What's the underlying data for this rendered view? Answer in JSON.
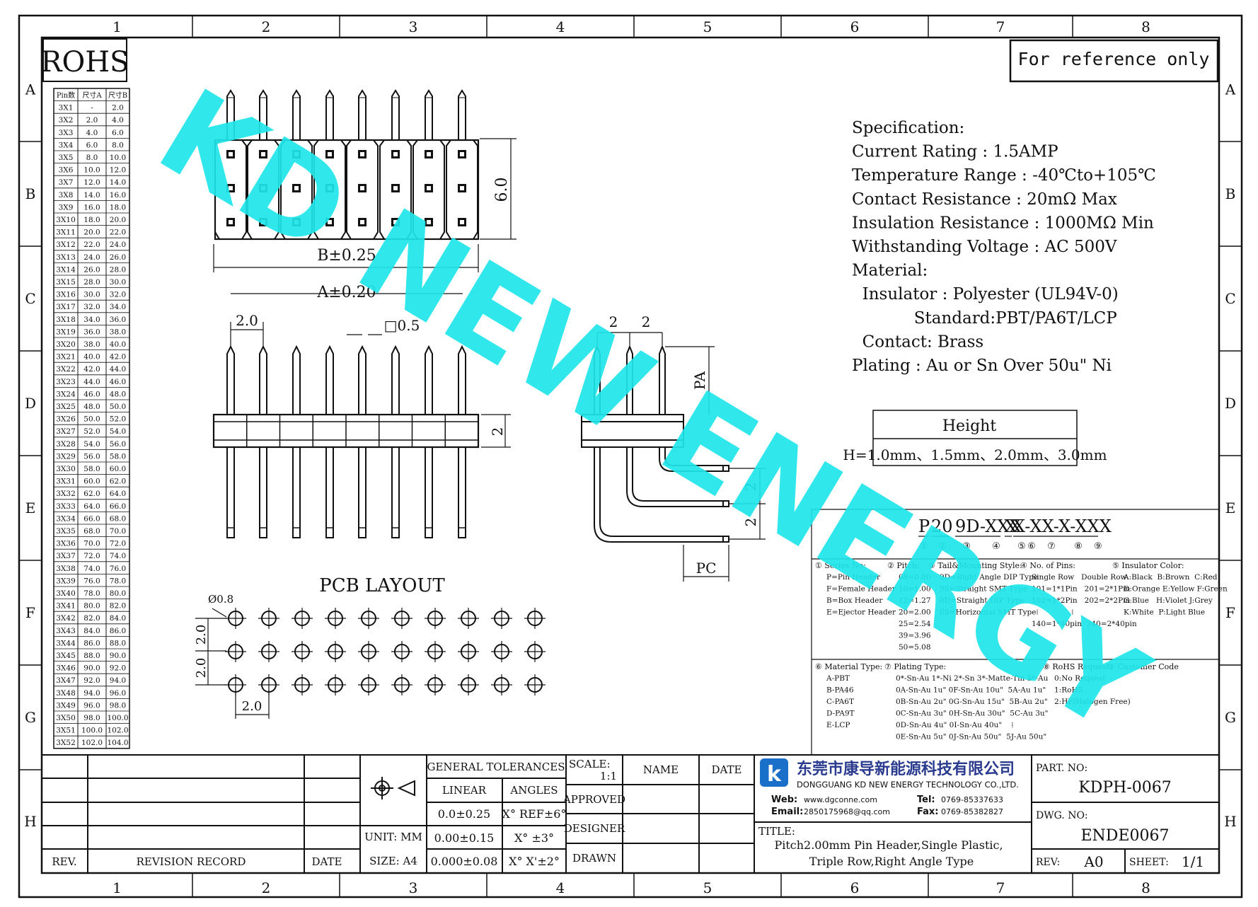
{
  "frame": {
    "columns": [
      "1",
      "2",
      "3",
      "4",
      "5",
      "6",
      "7",
      "8"
    ],
    "rows": [
      "A",
      "B",
      "C",
      "D",
      "E",
      "F",
      "G",
      "H"
    ]
  },
  "badges": {
    "rohs": "ROHS",
    "reference": "For reference only"
  },
  "watermark": "KD NEW ENERGY",
  "pin_table": {
    "headers": [
      "Pin数",
      "尺寸A",
      "尺寸B"
    ],
    "rows": [
      [
        "3X1",
        "-",
        "2.0"
      ],
      [
        "3X2",
        "2.0",
        "4.0"
      ],
      [
        "3X3",
        "4.0",
        "6.0"
      ],
      [
        "3X4",
        "6.0",
        "8.0"
      ],
      [
        "3X5",
        "8.0",
        "10.0"
      ],
      [
        "3X6",
        "10.0",
        "12.0"
      ],
      [
        "3X7",
        "12.0",
        "14.0"
      ],
      [
        "3X8",
        "14.0",
        "16.0"
      ],
      [
        "3X9",
        "16.0",
        "18.0"
      ],
      [
        "3X10",
        "18.0",
        "20.0"
      ],
      [
        "3X11",
        "20.0",
        "22.0"
      ],
      [
        "3X12",
        "22.0",
        "24.0"
      ],
      [
        "3X13",
        "24.0",
        "26.0"
      ],
      [
        "3X14",
        "26.0",
        "28.0"
      ],
      [
        "3X15",
        "28.0",
        "30.0"
      ],
      [
        "3X16",
        "30.0",
        "32.0"
      ],
      [
        "3X17",
        "32.0",
        "34.0"
      ],
      [
        "3X18",
        "34.0",
        "36.0"
      ],
      [
        "3X19",
        "36.0",
        "38.0"
      ],
      [
        "3X20",
        "38.0",
        "40.0"
      ],
      [
        "3X21",
        "40.0",
        "42.0"
      ],
      [
        "3X22",
        "42.0",
        "44.0"
      ],
      [
        "3X23",
        "44.0",
        "46.0"
      ],
      [
        "3X24",
        "46.0",
        "48.0"
      ],
      [
        "3X25",
        "48.0",
        "50.0"
      ],
      [
        "3X26",
        "50.0",
        "52.0"
      ],
      [
        "3X27",
        "52.0",
        "54.0"
      ],
      [
        "3X28",
        "54.0",
        "56.0"
      ],
      [
        "3X29",
        "56.0",
        "58.0"
      ],
      [
        "3X30",
        "58.0",
        "60.0"
      ],
      [
        "3X31",
        "60.0",
        "62.0"
      ],
      [
        "3X32",
        "62.0",
        "64.0"
      ],
      [
        "3X33",
        "64.0",
        "66.0"
      ],
      [
        "3X34",
        "66.0",
        "68.0"
      ],
      [
        "3X35",
        "68.0",
        "70.0"
      ],
      [
        "3X36",
        "70.0",
        "72.0"
      ],
      [
        "3X37",
        "72.0",
        "74.0"
      ],
      [
        "3X38",
        "74.0",
        "76.0"
      ],
      [
        "3X39",
        "76.0",
        "78.0"
      ],
      [
        "3X40",
        "78.0",
        "80.0"
      ],
      [
        "3X41",
        "80.0",
        "82.0"
      ],
      [
        "3X42",
        "82.0",
        "84.0"
      ],
      [
        "3X43",
        "84.0",
        "86.0"
      ],
      [
        "3X44",
        "86.0",
        "88.0"
      ],
      [
        "3X45",
        "88.0",
        "90.0"
      ],
      [
        "3X46",
        "90.0",
        "92.0"
      ],
      [
        "3X47",
        "92.0",
        "94.0"
      ],
      [
        "3X48",
        "94.0",
        "96.0"
      ],
      [
        "3X49",
        "96.0",
        "98.0"
      ],
      [
        "3X50",
        "98.0",
        "100.0"
      ],
      [
        "3X51",
        "100.0",
        "102.0"
      ],
      [
        "3X52",
        "102.0",
        "104.0"
      ]
    ]
  },
  "dimensions": {
    "height_6": "6.0",
    "b_tol": "B±0.25",
    "a_tol": "A±0.20",
    "pitch": "2.0",
    "pin_sq": "□0.5",
    "body_h": "2",
    "side_p1": "2",
    "side_p2": "2",
    "pa": "PA",
    "pc": "PC",
    "side_v1": "2",
    "side_v2": "2",
    "hole_dia": "Ø0.8",
    "pcb_v1": "2.0",
    "pcb_v2": "2.0",
    "pcb_h": "2.0"
  },
  "pcb_title": "PCB LAYOUT",
  "specification": {
    "lines": [
      "Specification:",
      "Current Rating : 1.5AMP",
      "Temperature Range : -40℃to+105℃",
      "Contact Resistance : 20mΩ Max",
      "Insulation Resistance : 1000MΩ Min",
      "Withstanding Voltage : AC 500V",
      "Material:",
      "  Insulator : Polyester (UL94V-0)",
      "            Standard:PBT/PA6T/LCP",
      "  Contact: Brass",
      "Plating : Au or Sn Over 50u\" Ni"
    ]
  },
  "height_box": {
    "title": "Height",
    "values": "H=1.0mm、1.5mm、2.0mm、3.0mm"
  },
  "part_code": {
    "parts": [
      "P",
      "20",
      "9D-XXX",
      "X",
      "X-XX-X-XXX"
    ],
    "circles": [
      "①",
      "②",
      "③",
      "④",
      "⑤",
      "⑥",
      "⑦",
      "⑧",
      "⑨"
    ],
    "section1": [
      {
        "head": "① Series No:",
        "items": [
          "P=Pin Header",
          "F=Female Header",
          "B=Box Header",
          "E=Ejector Header"
        ]
      },
      {
        "head": "② Pitch:",
        "items": [
          "08=0.80",
          "10=1.00",
          "12=1.27",
          "20=2.00",
          "25=2.54",
          "39=3.96",
          "50=5.08"
        ]
      },
      {
        "head": "③ Tail&Mounting Style:",
        "items": [
          "9D=Right Angle DIP Type",
          "9S=Straight SMT Type",
          "0D=Straight DIP Type",
          "0S=Horizontal SMT Type"
        ]
      },
      {
        "head": "④ No. of Pins:",
        "items": [
          "Single Row   Double Row",
          "101=1*1Pin   201=2*1Pin",
          "102=1*2Pin   202=2*2Pin",
          "  ⁞              ⁞",
          "140=1*40pin  240=2*40pin"
        ]
      },
      {
        "head": "⑤ Insulator Color:",
        "items": [
          "A:Black  B:Brown  C:Red",
          "D:Orange E:Yellow F:Green",
          "G:Blue   H:Violet J:Grey",
          "K:White  P:Light Blue"
        ]
      }
    ],
    "section2": [
      {
        "head": "⑥ Material Type:",
        "items": [
          "A-PBT",
          "B-PA46",
          "C-PA6T",
          "D-PA9T",
          "E-LCP"
        ]
      },
      {
        "head": "⑦ Plating Type:",
        "items": [
          "0*-Sn-Au 1*-Ni 2*-Sn 3*-Matte-Tin 5*-Au",
          "0A-Sn-Au 1u\" 0F-Sn-Au 10u\"  5A-Au 1u\"",
          "0B-Sn-Au 2u\" 0G-Sn-Au 15u\"  5B-Au 2u\"",
          "0C-Sn-Au 3u\" 0H-Sn-Au 30u\"  5C-Au 3u\"",
          "0D-Sn-Au 4u\" 0I-Sn-Au 40u\"    ⁞",
          "0E-Sn-Au 5u\" 0J-Sn-Au 50u\"  5J-Au 50u\""
        ]
      },
      {
        "head": "⑧ RoHS Request:",
        "items": [
          "0:No Request",
          "1:RoHS",
          "2:HF(Halogen Free)"
        ]
      },
      {
        "head": "⑨ Customer Code",
        "items": []
      }
    ]
  },
  "title_block": {
    "rev": "REV.",
    "revision_record": "REVISION RECORD",
    "date": "DATE",
    "general_tolerances": "GENERAL TOLERANCES",
    "linear": "LINEAR",
    "angles": "ANGLES",
    "tol_rows": [
      [
        "0.0±0.25",
        "X° REF±6°"
      ],
      [
        "0.00±0.15",
        "X° ±3°"
      ],
      [
        "0.000±0.08",
        "X° X'±2°"
      ]
    ],
    "unit": "UNIT: MM",
    "size": "SIZE: A4",
    "scale_label": "SCALE:",
    "scale_value": "1:1",
    "name": "NAME",
    "date2": "DATE",
    "approved": "APPROVED",
    "designer": "DESIGNER",
    "drawn": "DRAWN",
    "company_cn": "东莞市康导新能源科技有限公司",
    "company_en": "DONGGUANG KD NEW ENERGY TECHNOLOGY CO.,LTD.",
    "web_label": "Web:",
    "web": "www.dgconne.com",
    "email_label": "Email:",
    "email": "2850175968@qq.com",
    "tel_label": "Tel:",
    "tel": "0769-85337633",
    "fax_label": "Fax:",
    "fax": "0769-85382827",
    "title_label": "TITLE:",
    "title_line1": "Pitch2.00mm Pin Header,Single Plastic,",
    "title_line2": "Triple Row,Right Angle Type",
    "part_no_label": "PART. NO:",
    "part_no": "KDPH-0067",
    "dwg_no_label": "DWG. NO:",
    "dwg_no": "ENDE0067",
    "rev_label": "REV:",
    "rev_value": "A0",
    "sheet_label": "SHEET:",
    "sheet_value": "1/1"
  },
  "colors": {
    "watermark": "#1fe6ea",
    "logo_blue": "#1a6fc9",
    "company_cn": "#2a3b8f",
    "line": "#111111"
  }
}
